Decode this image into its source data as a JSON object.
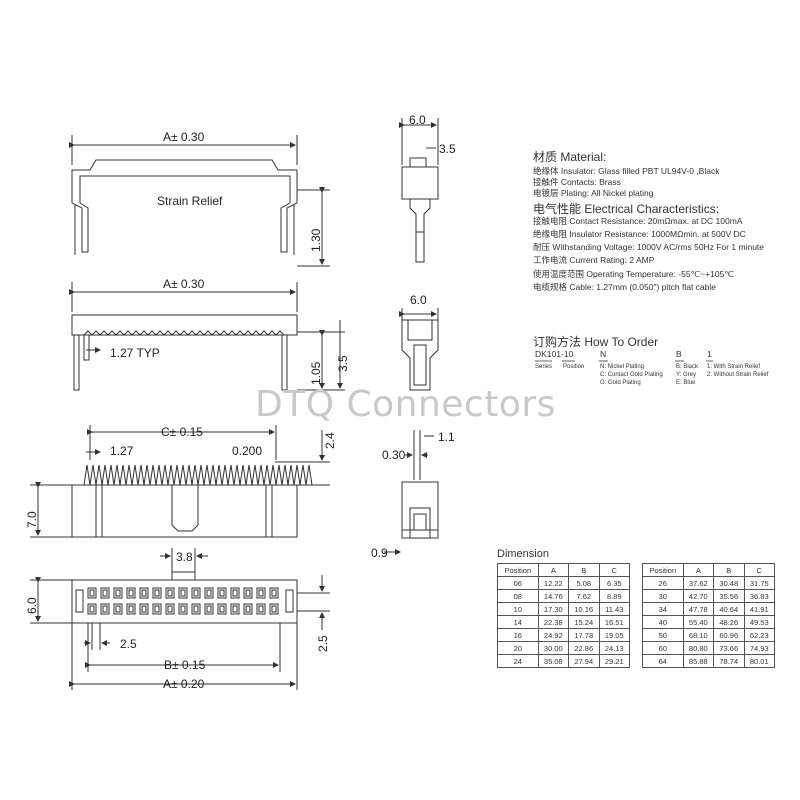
{
  "drawing": {
    "top_view": {
      "dim_a": "A± 0.30",
      "label": "Strain Relief",
      "height": "1.30"
    },
    "mid_view": {
      "dim_a": "A± 0.30",
      "pitch": "1.27 TYP",
      "h1": "1.05",
      "h2": "3.5"
    },
    "front_view": {
      "dim_c": "C± 0.15",
      "pitch": "1.27",
      "tooth": "0.200",
      "height": "7.0",
      "top": "2.4"
    },
    "bottom_view": {
      "width": "6.0",
      "key": "3.8",
      "pitch": "2.5",
      "row": "2.5",
      "dim_b": "B± 0.15",
      "dim_a": "A± 0.20"
    },
    "side_top": {
      "width": "6.0",
      "height": "3.5"
    },
    "side_mid": {
      "width": "6.0"
    },
    "side_bottom": {
      "slot": "1.1",
      "pin": "0.30",
      "base": "0.9"
    }
  },
  "watermark": "DTQ Connectors",
  "specs": {
    "material_title": "材质 Material:",
    "insulator": "绝缘体 Insulator: Glass filled PBT UL94V-0 ,Black",
    "contacts": "接触件 Contacts: Brass",
    "plating": "电镀层 Plating:  All Nickel plating",
    "elec_title": "电气性能 Electrical Characteristics:",
    "contact_res": "接触电阻 Contact Resistance: 20mΩmax. at DC 100mA",
    "insul_res": "绝缘电阻 Insulator Resistance: 1000MΩmin. at 500V DC",
    "withstand": "耐压 Withstanding Voltage: 1000V AC/rms 50Hz For 1 minute",
    "current": "工作电流 Current Rating: 2 AMP",
    "temp": "使用温度范围 Operating Temperature: -55℃~+105℃",
    "cable": "电缆规格 Cable: 1.27mm (0.050\") pitch flat cable"
  },
  "order": {
    "title": "订购方法 How To Order",
    "code": "DK101-10",
    "n": "N",
    "b": "B",
    "one": "1",
    "series": "Series",
    "position": "Position",
    "n_opts": [
      "N: Nickel Plating",
      "C: Contact Gold Plating",
      "G: Gold Plating"
    ],
    "b_opts": [
      "B: Black",
      "Y: Grey",
      "E: Blue"
    ],
    "one_opts": [
      "1: With Strain Relief",
      "2: Without Strain Relief"
    ]
  },
  "dimension": {
    "title": "Dimension",
    "headers": [
      "Position",
      "A",
      "B",
      "C"
    ],
    "left": [
      [
        "06",
        "12.22",
        "5.08",
        "6.35"
      ],
      [
        "08",
        "14.76",
        "7.62",
        "8.89"
      ],
      [
        "10",
        "17.30",
        "10.16",
        "11.43"
      ],
      [
        "14",
        "22.38",
        "15.24",
        "16.51"
      ],
      [
        "16",
        "24.92",
        "17.78",
        "19.05"
      ],
      [
        "20",
        "30.00",
        "22.86",
        "24.13"
      ],
      [
        "24",
        "35.08",
        "27.94",
        "29.21"
      ]
    ],
    "right": [
      [
        "26",
        "37.62",
        "30.48",
        "31.75"
      ],
      [
        "30",
        "42.70",
        "35.56",
        "36.83"
      ],
      [
        "34",
        "47.78",
        "40.64",
        "41.91"
      ],
      [
        "40",
        "55.40",
        "48.26",
        "49.53"
      ],
      [
        "50",
        "68.10",
        "60.96",
        "62.23"
      ],
      [
        "60",
        "80.80",
        "73.66",
        "74.93"
      ],
      [
        "64",
        "85.88",
        "78.74",
        "80.01"
      ]
    ]
  }
}
